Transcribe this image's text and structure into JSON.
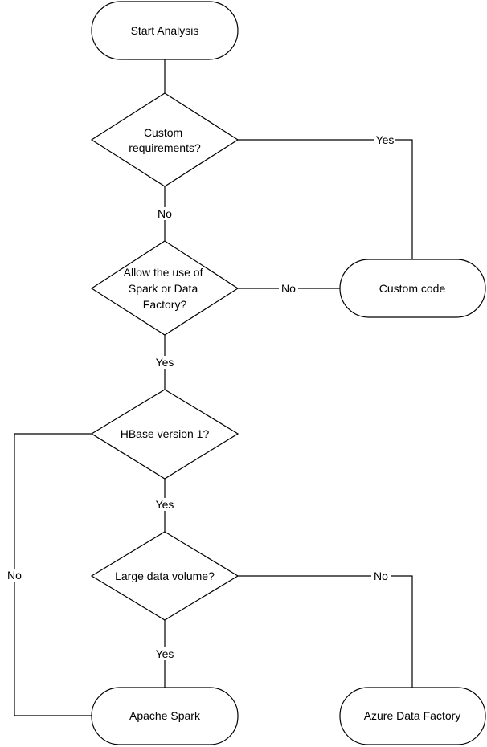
{
  "nodes": {
    "start": "Start Analysis",
    "custom_req": [
      "Custom",
      "requirements?"
    ],
    "allow_spark": [
      "Allow the use of",
      "Spark or Data",
      "Factory?"
    ],
    "custom_code": "Custom code",
    "hbase": "HBase version 1?",
    "large_data": "Large data volume?",
    "apache_spark": "Apache Spark",
    "azure_df": "Azure Data Factory"
  },
  "edges": {
    "custom_req_yes": "Yes",
    "custom_req_no": "No",
    "allow_no": "No",
    "allow_yes": "Yes",
    "hbase_yes": "Yes",
    "hbase_no": "No",
    "large_no": "No",
    "large_yes": "Yes"
  }
}
